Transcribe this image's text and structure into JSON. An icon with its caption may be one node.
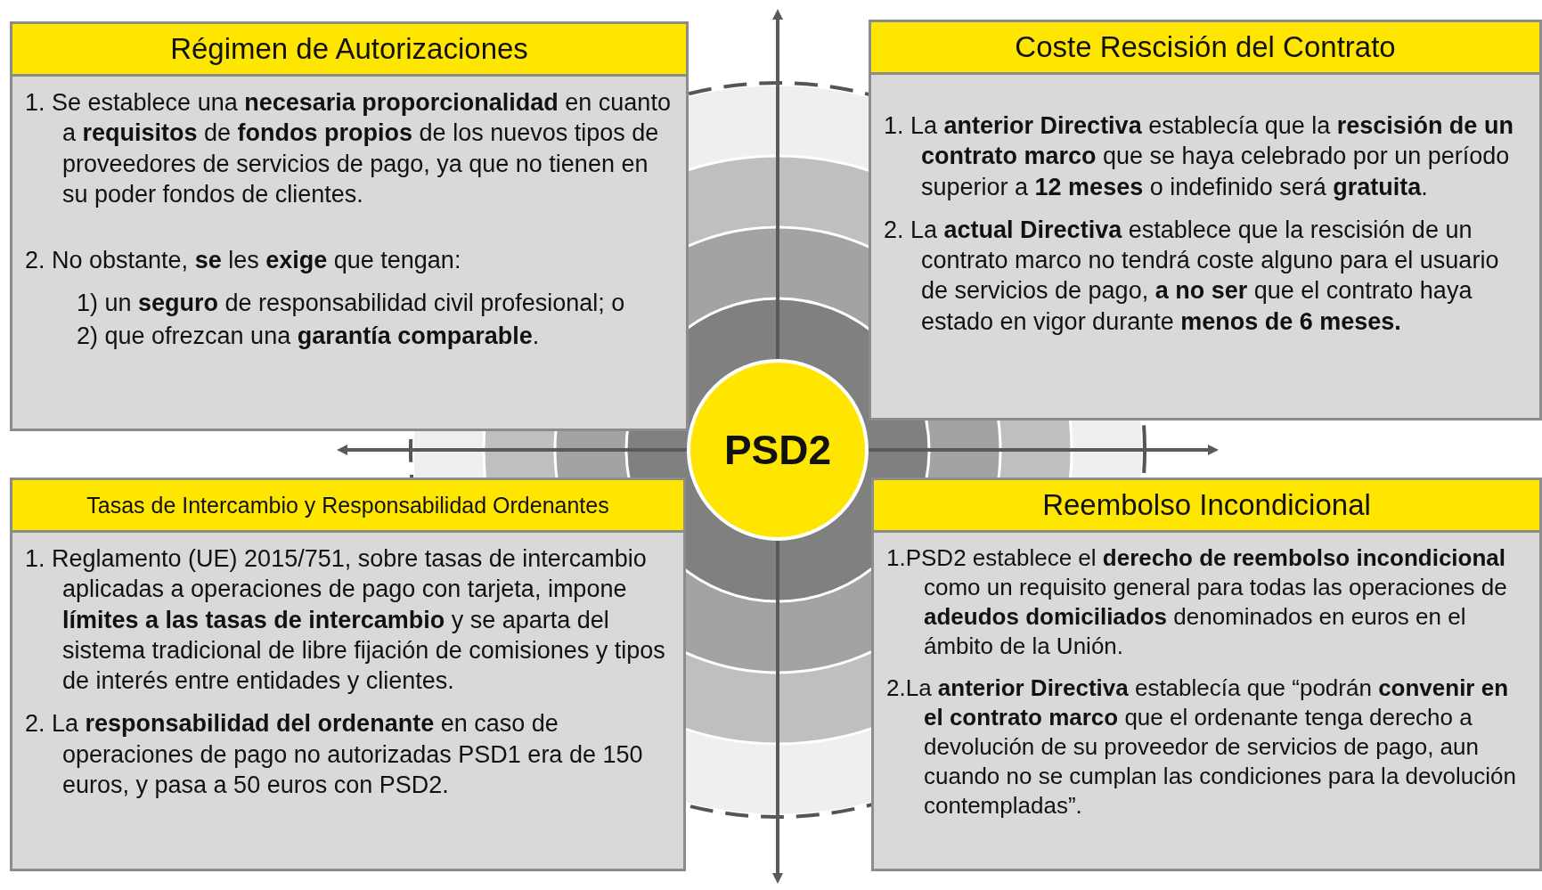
{
  "diagram": {
    "nodes": [
      {
        "text": [
          "Régimen de Autorizaciones",
          "1. Se establece una **necesaria proporcionalidad** en cuanto a **requisitos** de **fondos propios** de los nuevos tipos de proveedores de servicios de pago, ya que no tienen en su poder fondos de clientes.",
          "2. No obstante, **se** les **exige** que tengan:",
          "1) un **seguro** de responsabilidad civil profesional; o",
          "2) que ofrezcan una **garantía comparable**."
        ]
      },
      {
        "text": [
          "Coste Rescisión del Contrato",
          "1. La **anterior Directiva** establecía que la **rescisión de un contrato marco** que se haya celebrado por un período superior a **12 meses** o indefinido será **gratuita**.",
          "2. La **actual Directiva** establece que la rescisión de un contrato marco no tendrá coste alguno para el usuario de servicios de pago, **a no ser** que el contrato haya estado en vigor durante **menos de 6 meses.**"
        ]
      },
      {
        "text": [
          "PSD2"
        ]
      },
      {
        "text": [
          "Tasas de Intercambio y Responsabilidad Ordenantes",
          "1. Reglamento (UE) 2015/751, sobre tasas de intercambio aplicadas a operaciones de pago con tarjeta, impone **límites a las tasas de intercambio** y se aparta del sistema tradicional de libre fijación de comisiones y tipos de interés entre entidades y clientes.",
          "2. La **responsabilidad del ordenante** en caso de operaciones de pago no autorizadas PSD1 era de 150 euros, y pasa a 50 euros con PSD2."
        ]
      },
      {
        "text": [
          "Reembolso Incondicional",
          "1.PSD2 establece el **derecho de reembolso incondicional** como un requisito general para todas las operaciones de **adeudos domiciliados** denominados en euros en el ámbito de la Unión.",
          "2.La **anterior Directiva** establecía que “podrán **convenir en el contrato marco** que el ordenante tenga derecho a devolución de su proveedor de servicios de pago, aun cuando no se cumplan las condiciones para la devolución contempladas”."
        ]
      }
    ],
    "edges": []
  }
}
